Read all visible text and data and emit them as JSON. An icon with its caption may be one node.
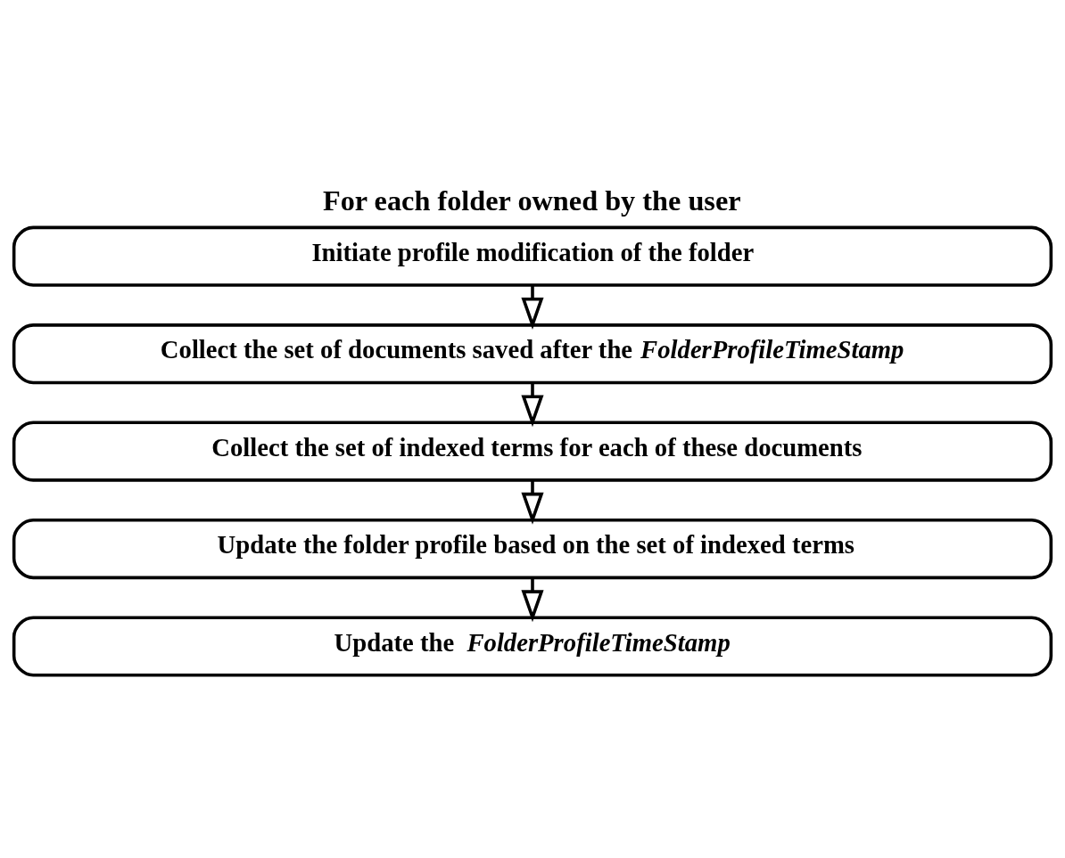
{
  "diagram": {
    "title": "For each folder owned by the user",
    "nodes": [
      {
        "text": [
          "Initiate profile modification of the folder"
        ]
      },
      {
        "text": [
          "Collect the set of documents saved after the *FolderProfileTimeStamp*"
        ]
      },
      {
        "text": [
          "Collect the set of indexed terms for each of these documents"
        ]
      },
      {
        "text": [
          "Update the folder profile based on the set of indexed terms"
        ]
      },
      {
        "text": [
          "Update the *FolderProfileTimeStamp*"
        ]
      }
    ],
    "edges": [
      {
        "from": 0,
        "to": 1,
        "arrow": "to"
      },
      {
        "from": 1,
        "to": 2,
        "arrow": "to"
      },
      {
        "from": 2,
        "to": 3,
        "arrow": "to"
      },
      {
        "from": 3,
        "to": 4,
        "arrow": "to"
      }
    ]
  }
}
